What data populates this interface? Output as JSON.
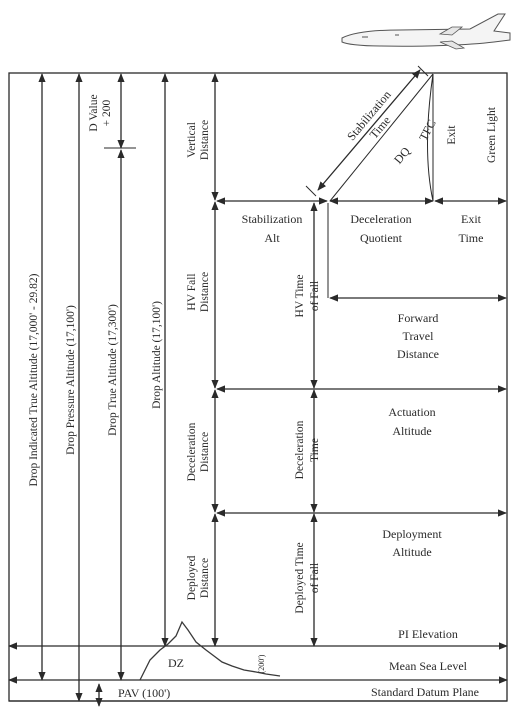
{
  "labels": {
    "drop_indicated_true_altitude": "Drop Indicated True Altitude (17,000' - 29.82)",
    "drop_pressure_altitude": "Drop Pressure Altitude (17,100')",
    "drop_true_altitude": "Drop True Altitude (17,300')",
    "d_value": "D Value",
    "d_value_amount": "+ 200",
    "drop_altitude": "Drop Altitude (17,100')",
    "vertical_distance_1": "Vertical",
    "vertical_distance_2": "Distance",
    "hv_fall_distance_1": "HV Fall",
    "hv_fall_distance_2": "Distance",
    "deceleration_distance_1": "Deceleration",
    "deceleration_distance_2": "Distance",
    "deployed_distance_1": "Deployed",
    "deployed_distance_2": "Distance",
    "hv_time_of_fall_1": "HV Time",
    "hv_time_of_fall_2": "of Fall",
    "deceleration_time_1": "Deceleration",
    "deceleration_time_2": "Time",
    "deployed_time_of_fall_1": "Deployed Time",
    "deployed_time_of_fall_2": "of Fall",
    "stabilization_time_1": "Stabilization",
    "stabilization_time_2": "Time",
    "dq": "DQ",
    "tfc": "TFC",
    "exit": "Exit",
    "green_light": "Green Light",
    "stabilization_alt_1": "Stabilization",
    "stabilization_alt_2": "Alt",
    "deceleration_quotient_1": "Deceleration",
    "deceleration_quotient_2": "Quotient",
    "exit_time_1": "Exit",
    "exit_time_2": "Time",
    "forward_travel_1": "Forward",
    "forward_travel_2": "Travel",
    "forward_travel_3": "Distance",
    "actuation_altitude_1": "Actuation",
    "actuation_altitude_2": "Altitude",
    "deployment_altitude_1": "Deployment",
    "deployment_altitude_2": "Altitude",
    "pi_elevation": "PI Elevation",
    "mean_sea_level": "Mean Sea Level",
    "standard_datum_plane": "Standard Datum Plane",
    "dz": "DZ",
    "terrain_elevation": "(200')",
    "pav": "PAV (100')"
  }
}
